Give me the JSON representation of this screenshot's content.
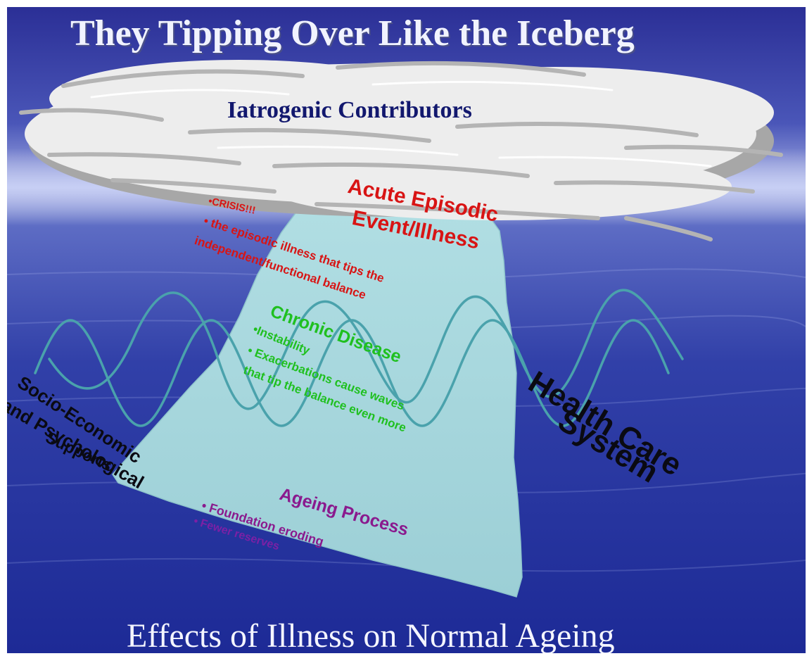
{
  "title": "They Tipping Over Like the Iceberg",
  "cloud_label": "Iatrogenic Contributors",
  "acute": {
    "title_line1": "Acute Episodic",
    "title_line2": "Event/Illness",
    "bullet1": "•CRISIS!!!",
    "bullet2": "• the episodic illness that tips the",
    "bullet2_cont": "independent/functional balance"
  },
  "chronic": {
    "title": "Chronic Disease",
    "bullet1": "•Instability",
    "bullet2": "• Exacerbations cause waves",
    "bullet2_cont": "that tip the balance even more"
  },
  "socio": {
    "line1": "Socio-Economic",
    "line2": "and Psychological",
    "line3": "Supports"
  },
  "health_care": {
    "line1": "Health Care",
    "line2": "System"
  },
  "ageing": {
    "title": "Ageing Process",
    "bullet1": "• Foundation eroding",
    "bullet2": "• Fewer reserves"
  },
  "footer": "Effects of Illness on Normal Ageing",
  "colors": {
    "sky_top": "#2e339c",
    "water": "#2a35a8",
    "cloud": "#eeeeee",
    "cloud_shadow": "#a7a7a7",
    "iceberg": "#a6d9df",
    "wave": "#4aa2ac",
    "acute_red": "#d81414",
    "chronic_green": "#1fc01f",
    "ageing_purple": "#8a1a8e",
    "cloud_label_navy": "#12186e"
  },
  "icons": [
    "cloud-shape",
    "iceberg-shape",
    "wave-lines"
  ]
}
